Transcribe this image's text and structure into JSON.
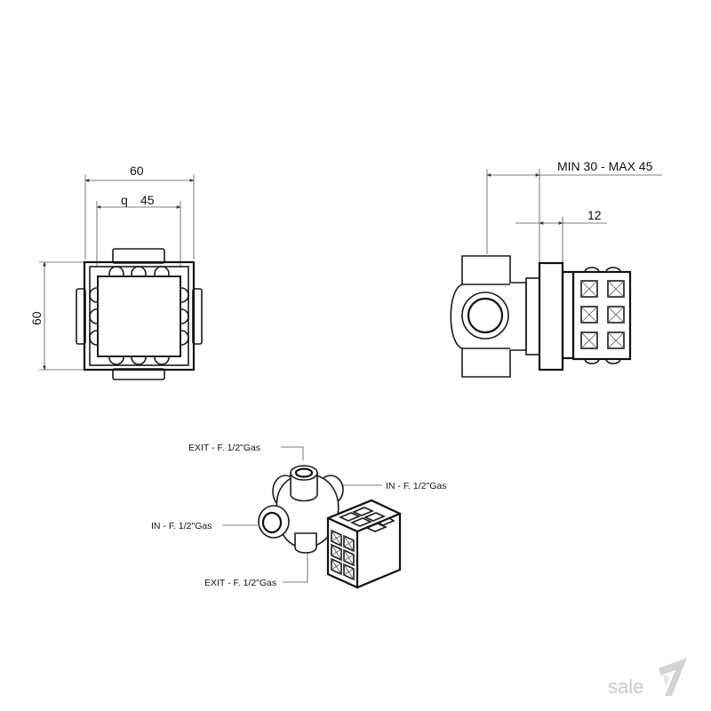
{
  "front_view": {
    "width_dim": "60",
    "inner_dim_prefix": "q",
    "inner_dim": "45",
    "height_dim": "60"
  },
  "side_view": {
    "depth_dim": "MIN 30 - MAX 45",
    "plate_dim": "12"
  },
  "iso_view": {
    "exit_top": "EXIT - F. 1/2\"Gas",
    "in_right": "IN - F. 1/2\"Gas",
    "in_left": "IN - F. 1/2\"Gas",
    "exit_bottom": "EXIT - F. 1/2\"Gas"
  },
  "watermark": {
    "text": "sale"
  }
}
